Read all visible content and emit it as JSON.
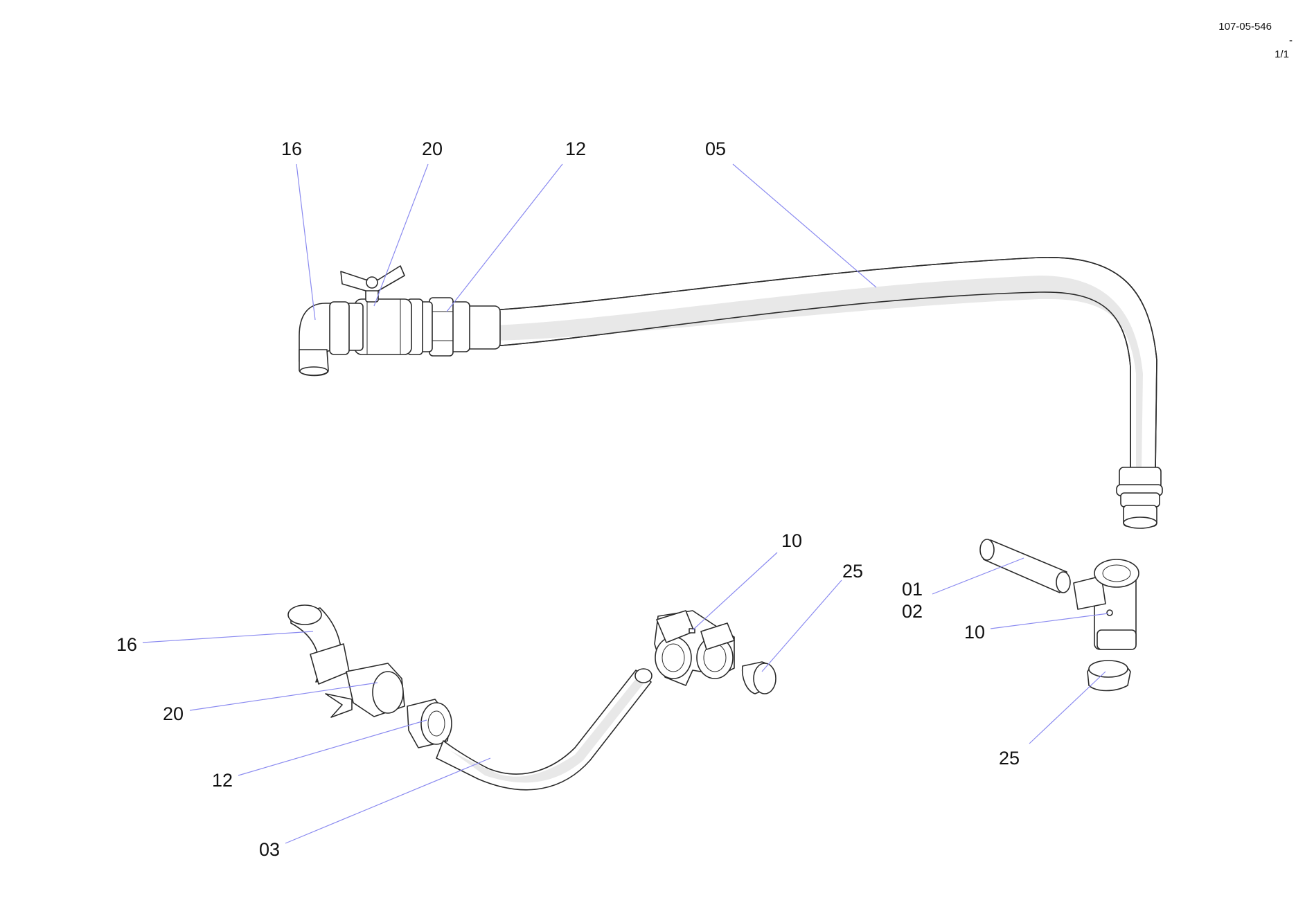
{
  "header": {
    "drawing_number": "107-05-546",
    "revision": "-",
    "sheet": "1/1"
  },
  "callouts": {
    "top_16": "16",
    "top_20": "20",
    "top_12": "12",
    "top_05": "05",
    "mid_10": "10",
    "mid_25": "25",
    "right_01": "01",
    "right_02": "02",
    "right_10": "10",
    "right_25": "25",
    "left_16": "16",
    "left_20": "20",
    "left_12": "12",
    "left_03": "03"
  },
  "colors": {
    "leader_line": "#8a8af0",
    "outline": "#2a2a2a",
    "shading": "#e8e8e8"
  }
}
